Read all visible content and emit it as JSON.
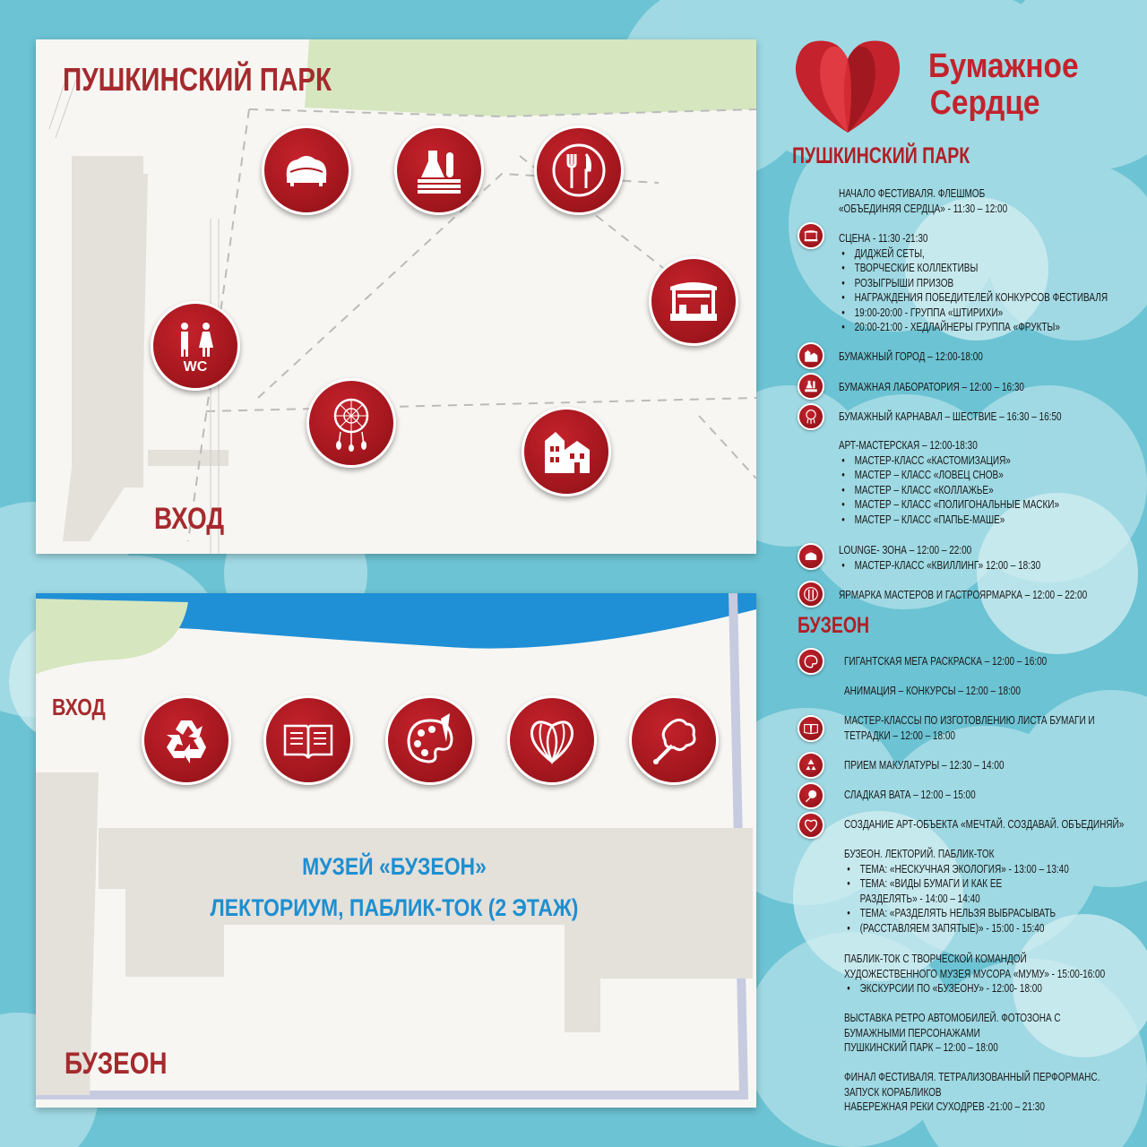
{
  "brand": {
    "line1": "Бумажное",
    "line2": "Сердце"
  },
  "colors": {
    "brand_red": "#c4222c",
    "background": "#6cc3d3",
    "museum_blue": "#1d8fd1"
  },
  "map_top": {
    "title": "ПУШКИНСКИЙ ПАРК",
    "entrance": "ВХОД",
    "icons": [
      "lounge-icon",
      "laboratory-icon",
      "food-icon",
      "stage-icon",
      "wc-icon",
      "dreamcatcher-icon",
      "paper-town-icon"
    ],
    "wc_text": "WC"
  },
  "map_bottom": {
    "title": "БУЗЕОН",
    "entrance": "ВХОД",
    "museum_line1": "МУЗЕЙ «БУЗЕОН»",
    "museum_line2": "ЛЕКТОРИУМ, ПАБЛИК-ТОК (2 ЭТАЖ)",
    "icons": [
      "recycle-icon",
      "book-icon",
      "palette-icon",
      "paper-heart-icon",
      "cotton-candy-icon"
    ]
  },
  "schedule": {
    "park_title": "ПУШКИНСКИЙ ПАРК",
    "opening": [
      "НАЧАЛО ФЕСТИВАЛЯ. ФЛЕШМОБ",
      "«ОБЪЕДИНЯЯ СЕРДЦА» - 11:30 – 12:00"
    ],
    "stage": {
      "title": "СЦЕНА - 11:30 -21:30",
      "items": [
        "ДИДЖЕЙ СЕТЫ,",
        "ТВОРЧЕСКИЕ КОЛЛЕКТИВЫ",
        "РОЗЫГРЫШИ ПРИЗОВ",
        "НАГРАЖДЕНИЯ ПОБЕДИТЕЛЕЙ КОНКУРСОВ ФЕСТИВАЛЯ",
        "19:00-20:00 - ГРУППА «ШТИРИХИ»",
        "20:00-21:00 - ХЕДЛАЙНЕРЫ ГРУППА «ФРУКТЫ»"
      ]
    },
    "paper_town": "БУМАЖНЫЙ ГОРОД – 12:00-18:00",
    "paper_lab": "БУМАЖНАЯ ЛАБОРАТОРИЯ – 12:00 – 16:30",
    "carnival": "БУМАЖНЫЙ КАРНАВАЛ – ШЕСТВИЕ – 16:30 – 16:50",
    "art_workshop": {
      "title": "АРТ-МАСТЕРСКАЯ – 12:00-18:30",
      "items": [
        "МАСТЕР-КЛАСС «КАСТОМИЗАЦИЯ»",
        "МАСТЕР – КЛАСС «ЛОВЕЦ СНОВ»",
        "МАСТЕР – КЛАСС «КОЛЛАЖЬЕ»",
        "МАСТЕР – КЛАСС «ПОЛИГОНАЛЬНЫЕ МАСКИ»",
        "МАСТЕР – КЛАСС «ПАПЬЕ-МАШЕ»"
      ]
    },
    "lounge": {
      "title": "LOUNGE- ЗОНА – 12:00 – 22:00",
      "items": [
        "МАСТЕР-КЛАСС «КВИЛЛИНГ» 12:00 – 18:30"
      ]
    },
    "fair": "ЯРМАРКА МАСТЕРОВ И ГАСТРОЯРМАРКА – 12:00 – 22:00",
    "buzeon_title": "БУЗЕОН",
    "coloring": "ГИГАНТСКАЯ МЕГА РАСКРАСКА – 12:00 – 16:00",
    "animation": "АНИМАЦИЯ – КОНКУРСЫ – 12:00 – 18:00",
    "paper_making": [
      "МАСТЕР-КЛАССЫ ПО ИЗГОТОВЛЕНИЮ ЛИСТА БУМАГИ И",
      "ТЕТРАДКИ – 12:00 – 18:00"
    ],
    "recycling": "ПРИЕМ МАКУЛАТУРЫ – 12:30 – 14:00",
    "cotton_candy": "СЛАДКАЯ ВАТА – 12:00 – 15:00",
    "art_object": "СОЗДАНИЕ АРТ-ОБЪЕКТА «МЕЧТАЙ. СОЗДАВАЙ. ОБЪЕДИНЯЙ»",
    "lectures": {
      "title": "БУЗЕОН. ЛЕКТОРИЙ. ПАБЛИК-ТОК",
      "items": [
        "ТЕМА: «НЕСКУЧНАЯ ЭКОЛОГИЯ» - 13:00 – 13:40",
        "ТЕМА: «ВИДЫ БУМАГИ И КАК ЕЕ",
        "РАЗДЕЛЯТЬ» - 14:00 – 14:40",
        "ТЕМА: «РАЗДЕЛЯТЬ НЕЛЬЗЯ ВЫБРАСЫВАТЬ",
        "(РАССТАВЛЯЕМ ЗАПЯТЫЕ)» - 15:00 - 15:40"
      ]
    },
    "public_talk": {
      "lines": [
        "ПАБЛИК-ТОК С ТВОРЧЕСКОЙ КОМАНДОЙ",
        "ХУДОЖЕСТВЕННОГО МУЗЕЯ МУСОРА «МУМУ» - 15:00-16:00"
      ],
      "items": [
        "ЭКСКУРСИИ ПО «БУЗЕОНУ» - 12:00- 18:00"
      ]
    },
    "retro": [
      "ВЫСТАВКА РЕТРО АВТОМОБИЛЕЙ. ФОТОЗОНА С",
      "БУМАЖНЫМИ ПЕРСОНАЖАМИ",
      "ПУШКИНСКИЙ ПАРК – 12:00 – 18:00"
    ],
    "finale": [
      "ФИНАЛ ФЕСТИВАЛЯ. ТЕТРАЛИЗОВАННЫЙ ПЕРФОРМАНС.",
      "ЗАПУСК КОРАБЛИКОВ",
      "НАБЕРЕЖНАЯ РЕКИ СУХОДРЕВ -21:00 – 21:30"
    ]
  }
}
